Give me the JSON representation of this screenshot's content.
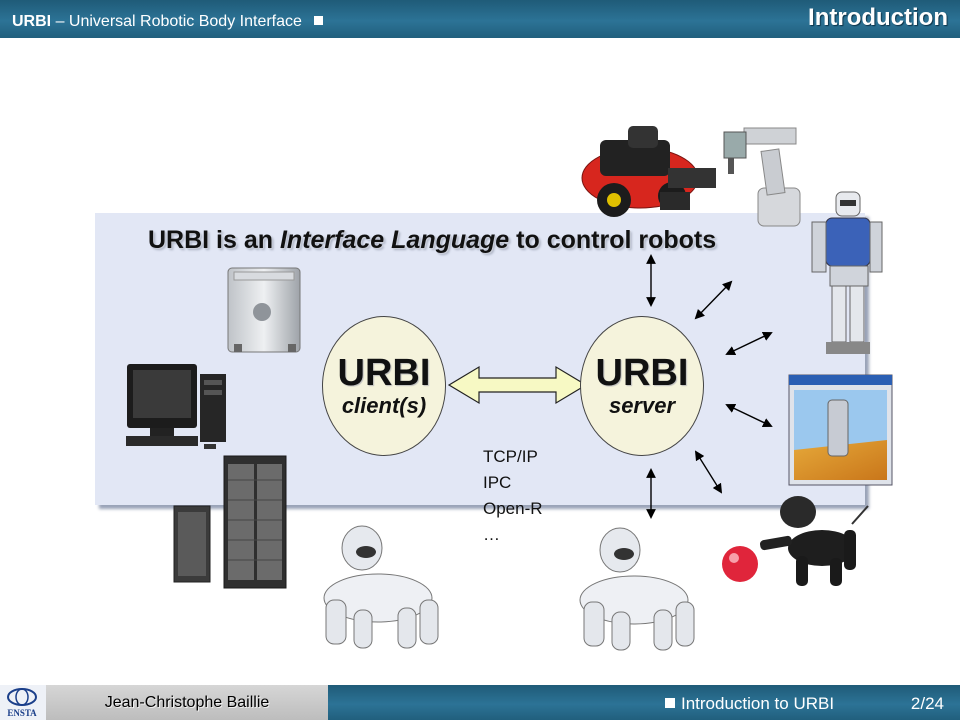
{
  "header": {
    "brand": "URBI",
    "subtitle": "– Universal Robotic Body Interface",
    "section": "Introduction"
  },
  "slide": {
    "headline_pre": "URBI is an ",
    "headline_em": "Interface Language",
    "headline_post": " to control robots",
    "client": {
      "title": "URBI",
      "subtitle": "client(s)"
    },
    "server": {
      "title": "URBI",
      "subtitle": "server"
    },
    "protocols": [
      "TCP/IP",
      "IPC",
      "Open-R",
      "…"
    ]
  },
  "footer": {
    "logo_text": "ENSTA",
    "author": "Jean-Christophe Baillie",
    "title": "Introduction to URBI",
    "page": "2/24"
  },
  "colors": {
    "header_blue": "#2c7396",
    "panel": "#e2e7f5",
    "node_fill": "#f5f3dc",
    "arrow_fill": "#f7f9c4"
  }
}
